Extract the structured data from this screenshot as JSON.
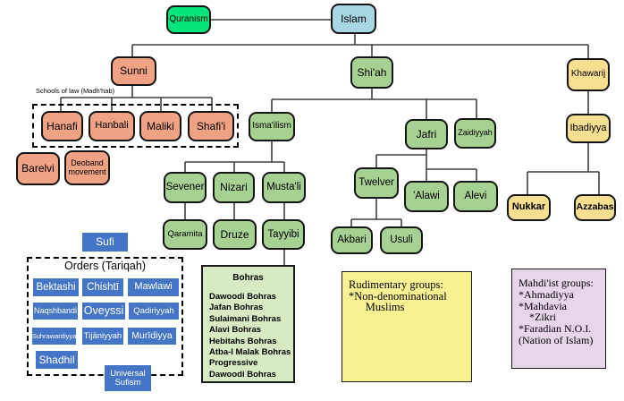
{
  "colors": {
    "quranism_green": "#06e57c",
    "islam_blue": "#a9d6e3",
    "sunni_salmon": "#f0a284",
    "shiah_green": "#a7d193",
    "khawarij_yellow": "#f6df90",
    "sufi_blue": "#4575c7",
    "bohras_pale_green": "#d8eac4",
    "rudimentary_pale_yellow": "#f7f192",
    "mahdiist_pale_purple": "#e7d5ea",
    "connector_line": "#3f3f3f"
  },
  "nodes": {
    "quranism": "Quranism",
    "islam": "Islam",
    "sunni": "Sunni",
    "shiah": "Shi'ah",
    "khawarij": "Khawarij",
    "schools_label": "Schools of law (Madh'hab)",
    "hanafi": "Hanafi",
    "hanbali": "Hanbali",
    "maliki": "Maliki",
    "shafii": "Shafi'i",
    "barelvi": "Barelvi",
    "deoband": "Deoband movement",
    "ismailism": "Isma'ilism",
    "jafri": "Jafri",
    "zaidiyyah": "Zaidiyyah",
    "sevener": "Sevener",
    "nizari": "Nizari",
    "mustali": "Musta'li",
    "qaramita": "Qaramita",
    "druze": "Druze",
    "tayyibi": "Tayyibi",
    "twelver": "Twelver",
    "alawi": "'Alawi",
    "alevi": "Alevi",
    "akbari": "Akbari",
    "usuli": "Usuli",
    "ibadiyya": "Ibadiyya",
    "nukkar": "Nukkar",
    "azzabas": "Azzabas"
  },
  "sufi": {
    "title": "Sufi",
    "orders_title": "Orders (Tariqah)",
    "orders": [
      "Bektashi",
      "Chishtī",
      "Mawlawi",
      "Naqshbandi",
      "Oveyssi",
      "Qadiriyyah",
      "Suhrawardiyya",
      "Tijāniyyah",
      "Murīdiyya",
      "Shadhil"
    ],
    "universal": "Universal Sufism"
  },
  "bohras": {
    "title": "Bohras",
    "items": [
      "Dawoodi Bohras",
      "Jafan Bohras",
      "Sulaimani Bohras",
      "Alavi Bohras",
      "Hebitahs Bohras",
      "Atba-I Malak Bohras",
      "Progressive Dawoodi Bohras"
    ]
  },
  "rudimentary": {
    "lines": [
      "Rudimentary groups:",
      "*Non-denominational",
      "      Muslims"
    ]
  },
  "mahdiist": {
    "lines": [
      "Mahdi'ist groups:",
      "*Ahmadiyya",
      "*Mahdavia",
      "    *Zikri",
      "*Faradian N.O.I.",
      "(Nation of Islam)"
    ]
  }
}
